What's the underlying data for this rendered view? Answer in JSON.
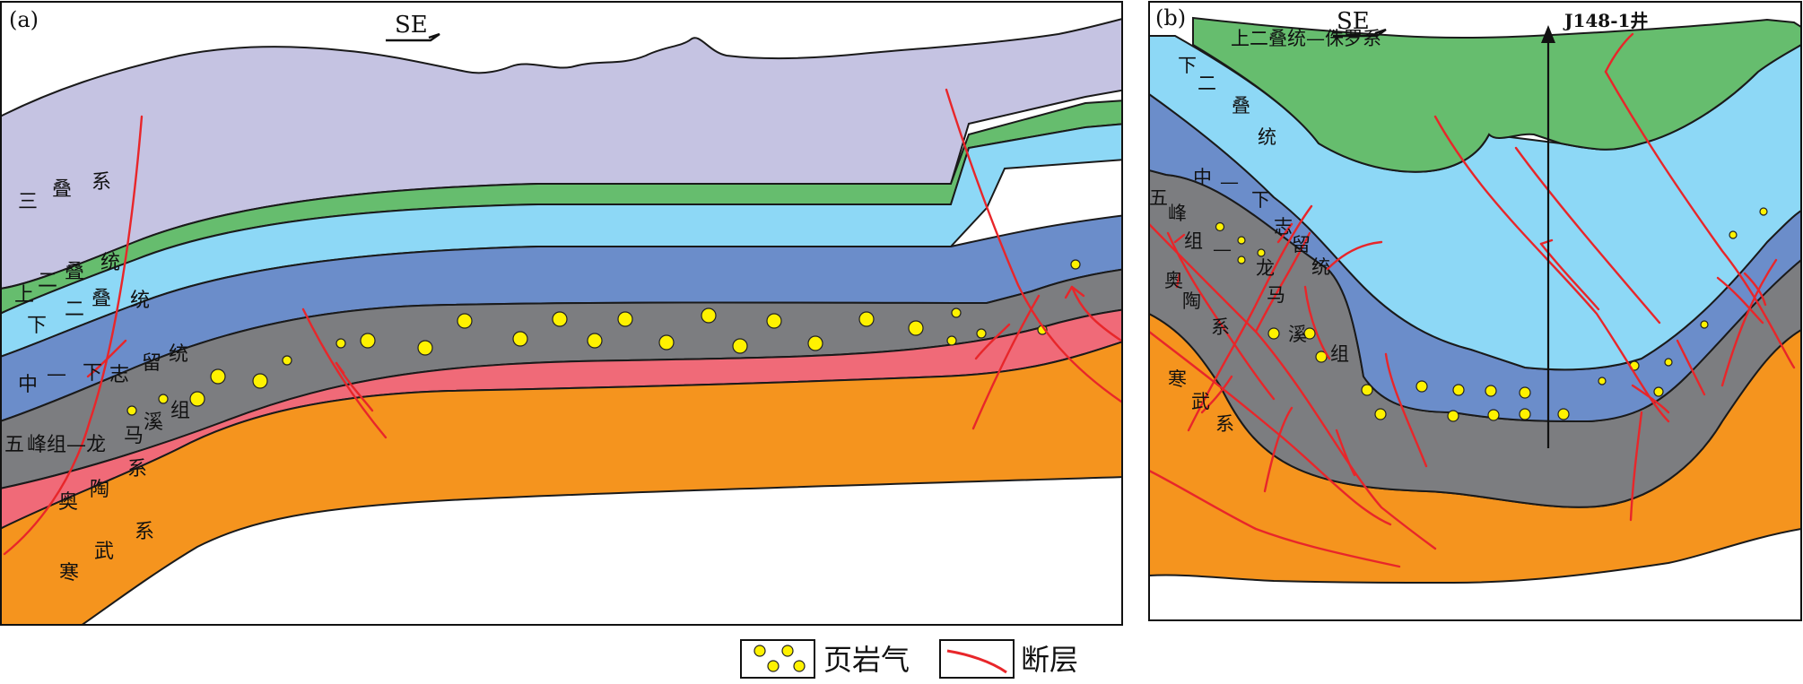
{
  "panel_a": {
    "tag": "(a)",
    "direction": "SE",
    "labels": {
      "sandie_1": "三",
      "sandie_2": "叠",
      "sandie_3": "系",
      "shang_1": "上",
      "shang_2": "二",
      "shang_3": "叠",
      "shang_4": "统",
      "xia_1": "下",
      "xia_2": "二",
      "xia_3": "叠",
      "xia_4": "统",
      "zhong_1": "中",
      "zhong_2": "—",
      "zhong_3": "下",
      "zhong_4": "志",
      "zhong_5": "留",
      "zhong_6": "统",
      "wufeng_1": "五",
      "wufeng_2": "峰组—龙",
      "wufeng_3": "马",
      "wufeng_4": "溪",
      "wufeng_5": "组",
      "ao_1": "系",
      "ao_2": "奥",
      "ao_3": "陶",
      "han_1": "系",
      "han_2": "武",
      "han_3": "寒"
    }
  },
  "panel_b": {
    "tag": "(b)",
    "direction": "SE",
    "well": "J148-1井",
    "labels": {
      "shang_full": "上二叠统—侏罗系",
      "xia_1": "下",
      "xia_2": "二",
      "xia_3": "叠",
      "xia_4": "统",
      "zhong_1": "中",
      "zhong_2": "—",
      "zhong_3": "下",
      "zhong_4": "志",
      "zhong_5": "留",
      "zhong_6": "统",
      "wufeng_1": "五",
      "wufeng_2": "峰",
      "wufeng_3": "组",
      "wufeng_4": "—",
      "wufeng_5": "龙",
      "wufeng_6": "马",
      "wufeng_7": "溪",
      "wufeng_8": "组",
      "ao_1": "奥",
      "ao_2": "陶",
      "ao_3": "系",
      "han_1": "寒",
      "han_2": "武",
      "han_3": "系"
    }
  },
  "legend": {
    "shale_gas": "页岩气",
    "fault": "断层"
  },
  "colors": {
    "triassic": "#c5c3e2",
    "green": "#66bd6e",
    "light_blue": "#8dd8f6",
    "mid_blue": "#6b8dca",
    "gray": "#7c7d80",
    "pink": "#f06a78",
    "orange": "#f5941e",
    "gas": "#fff200",
    "fault": "#e8262a"
  }
}
